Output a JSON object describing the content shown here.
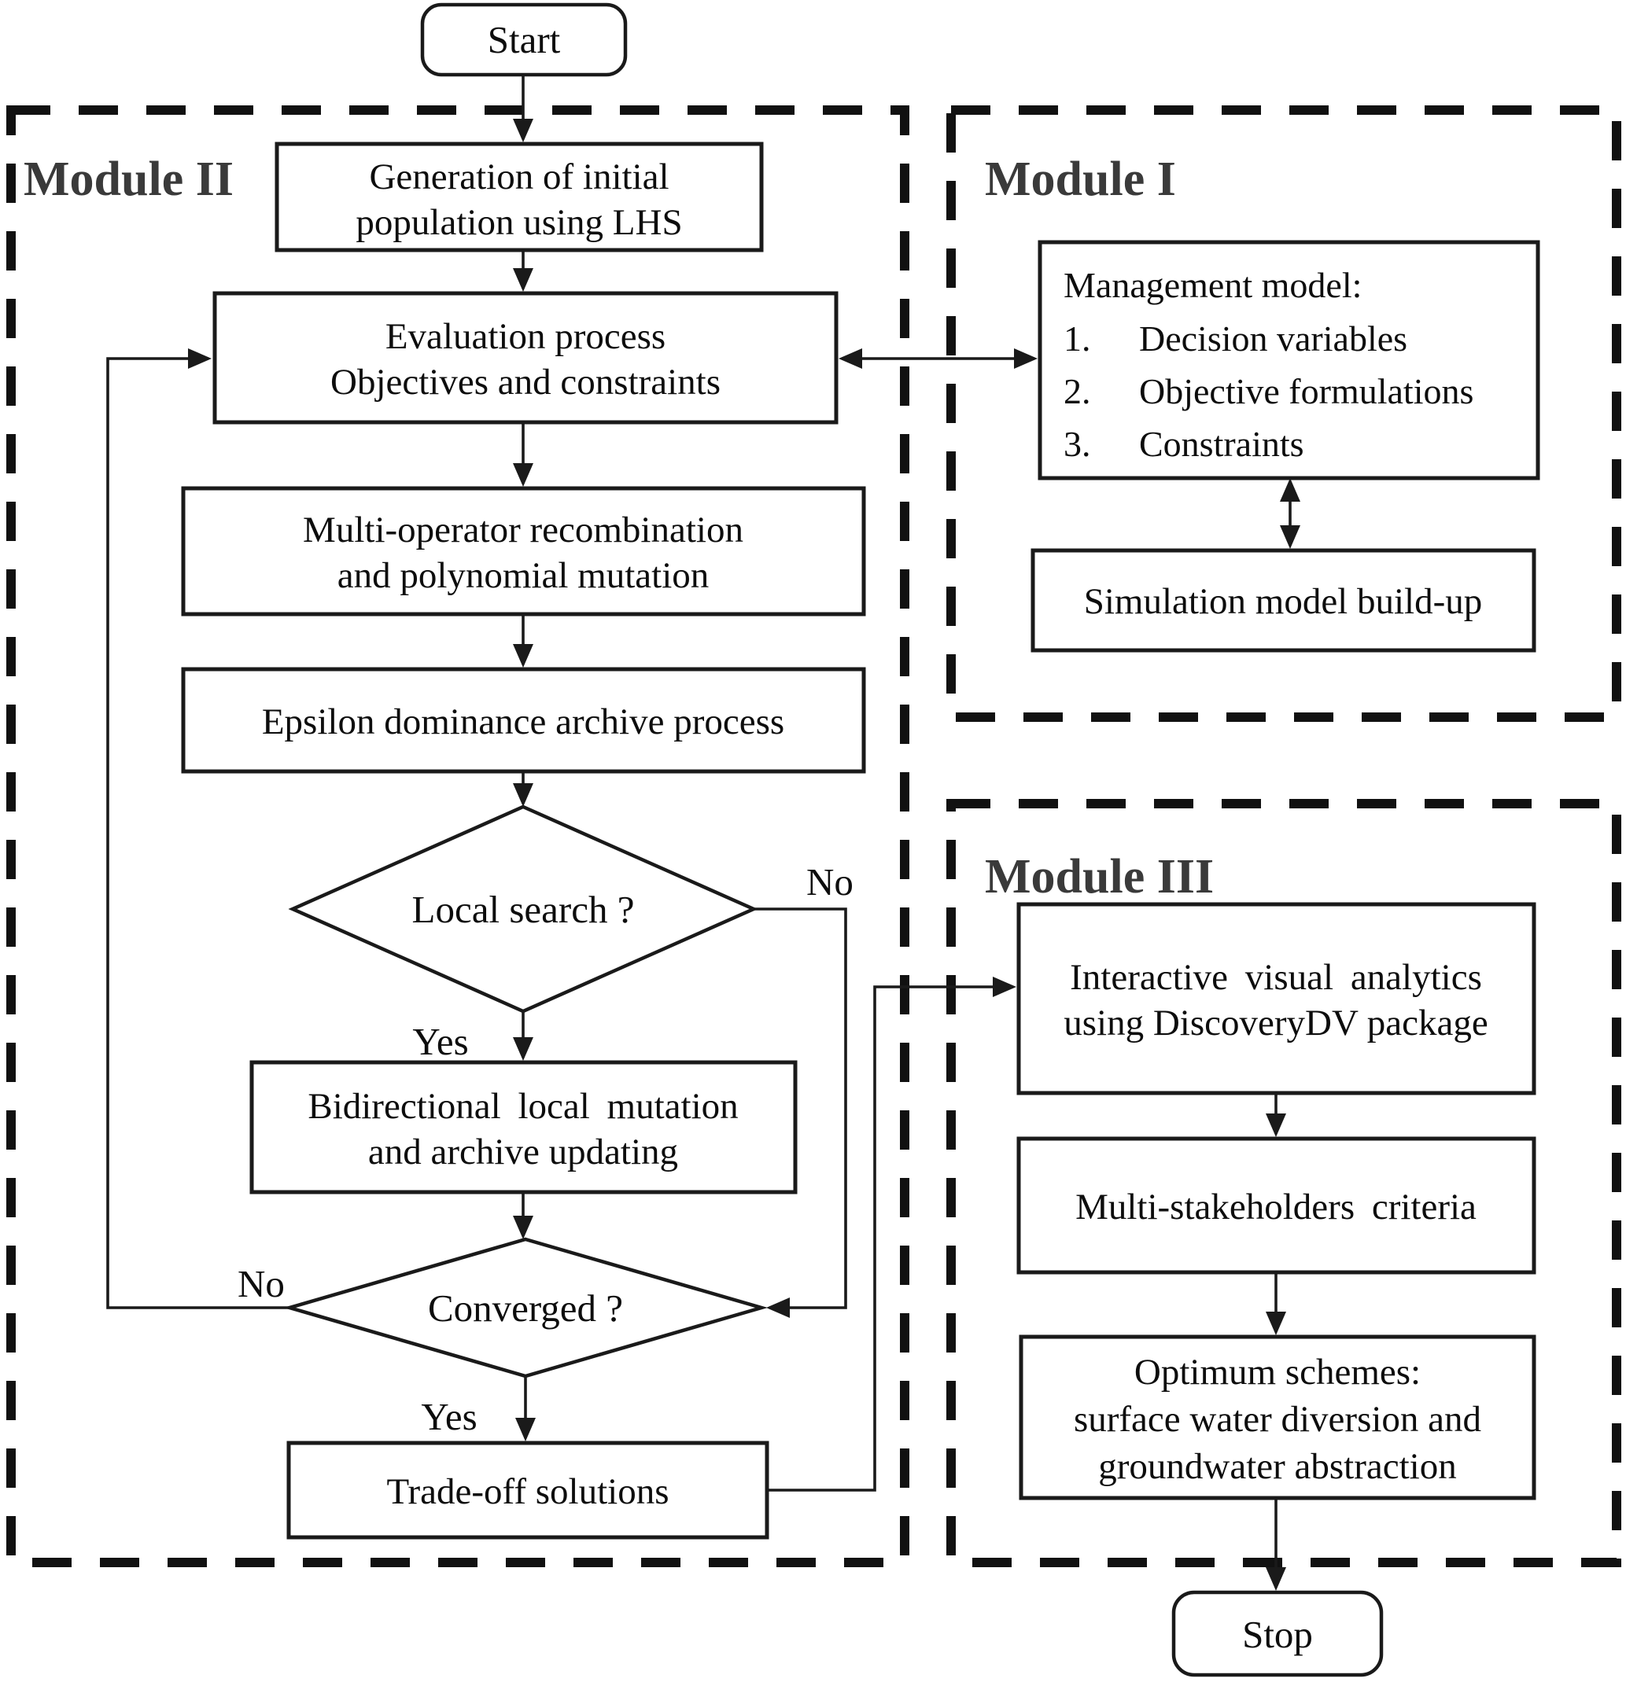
{
  "modules": {
    "module2": {
      "label": "Module II"
    },
    "module1": {
      "label": "Module I"
    },
    "module3": {
      "label": "Module III"
    }
  },
  "nodes": {
    "start": {
      "label": "Start"
    },
    "gen_lhs": {
      "line1": "Generation of initial",
      "line2": "population using LHS"
    },
    "evaluation": {
      "line1": "Evaluation process",
      "line2": "Objectives and constraints"
    },
    "multi_operator": {
      "line1": "Multi-operator recombination",
      "line2": "and polynomial mutation"
    },
    "epsilon": {
      "label": "Epsilon dominance archive process"
    },
    "local_search": {
      "label": "Local search ?"
    },
    "bidirectional_mutation": {
      "line1": "Bidirectional local mutation",
      "line2": "and archive updating"
    },
    "converged": {
      "label": "Converged ?"
    },
    "trade_off": {
      "label": "Trade-off solutions"
    },
    "management": {
      "title": "Management model:",
      "items": [
        {
          "num": "1.",
          "text": "Decision variables"
        },
        {
          "num": "2.",
          "text": "Objective formulations"
        },
        {
          "num": "3.",
          "text": "Constraints"
        }
      ]
    },
    "simulation": {
      "label": "Simulation model build-up"
    },
    "interactive": {
      "line1": "Interactive visual analytics",
      "line2": "using DiscoveryDV package"
    },
    "stakeholders": {
      "label": "Multi-stakeholders criteria"
    },
    "optimum": {
      "line1": "Optimum schemes:",
      "line2": "surface water diversion and",
      "line3": "groundwater abstraction"
    },
    "stop": {
      "label": "Stop"
    }
  },
  "edge_labels": {
    "local_search_no": "No",
    "local_search_yes": "Yes",
    "converged_no": "No",
    "converged_yes": "Yes"
  },
  "colors": {
    "line": "#1a1a1a",
    "module_title": "#3a3a3a",
    "background": "#ffffff"
  }
}
